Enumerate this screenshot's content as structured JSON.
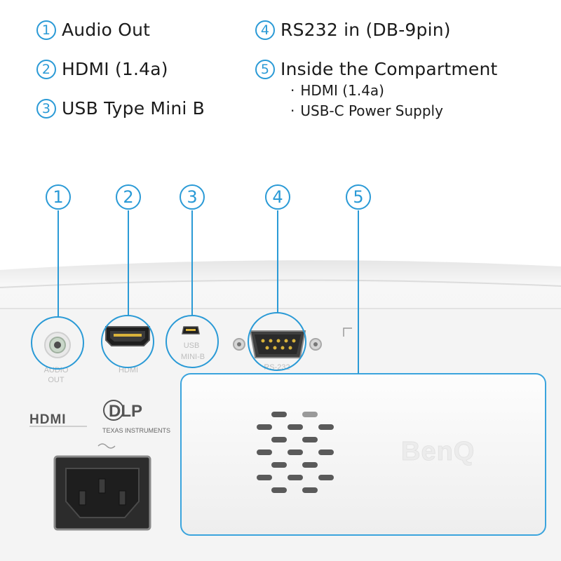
{
  "legend": {
    "items": [
      {
        "num": "1",
        "label": "Audio Out"
      },
      {
        "num": "2",
        "label": "HDMI (1.4a)"
      },
      {
        "num": "3",
        "label": "USB Type Mini B"
      },
      {
        "num": "4",
        "label": "RS232 in (DB-9pin)"
      },
      {
        "num": "5",
        "label": "Inside the Compartment"
      }
    ],
    "sub_items": [
      "HDMI (1.4a)",
      "USB-C Power Supply"
    ],
    "bullet": "·"
  },
  "callouts": [
    "1",
    "2",
    "3",
    "4",
    "5"
  ],
  "device": {
    "port_labels": {
      "audio": [
        "AUDIO",
        "OUT"
      ],
      "hdmi": "HDMI",
      "usb": [
        "USB",
        "MINI-B"
      ],
      "rs232": "RS-232"
    },
    "hdmi_logo": "HDMI",
    "dlp_logo": "DLP",
    "dlp_maker": "TEXAS INSTRUMENTS",
    "brand": "BenQ"
  },
  "colors": {
    "accent": "#2a9ad6",
    "port_gold": "#d8b23a",
    "device_body": "#f3f3f3"
  }
}
